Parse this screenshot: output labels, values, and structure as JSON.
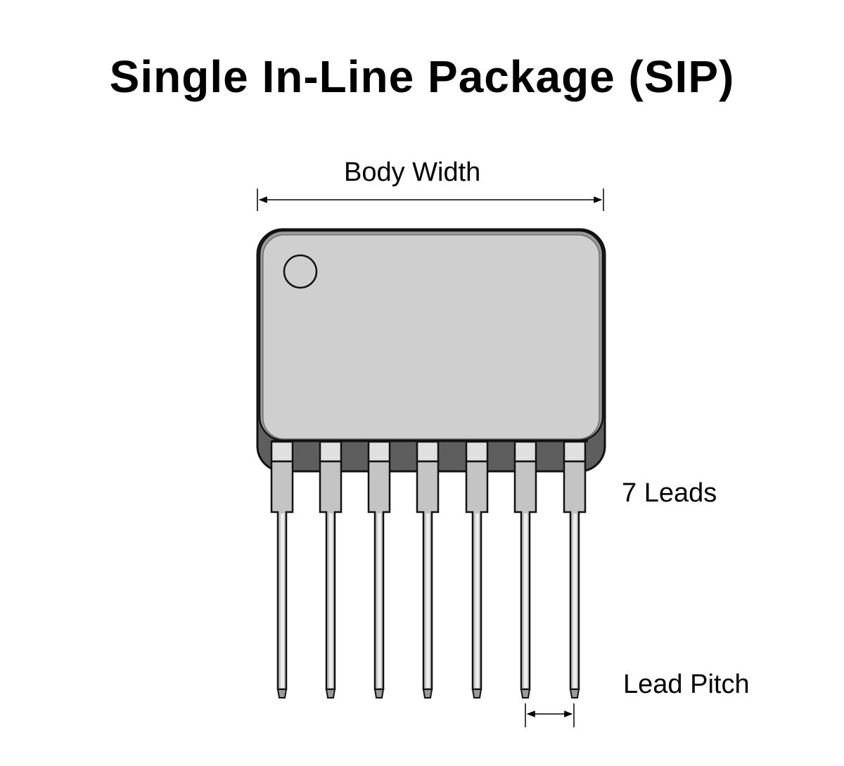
{
  "title": "Single In-Line Package (SIP)",
  "labels": {
    "body_width": "Body Width",
    "leads": "7 Leads",
    "lead_pitch": "Lead Pitch"
  },
  "package": {
    "type": "SIP",
    "lead_count": 7,
    "pin1_marker": "circle",
    "colors": {
      "body_top": "#cfcfcf",
      "body_side": "#5e5e5e",
      "outline": "#111111",
      "lead_light": "#e0e0e0",
      "lead_mid": "#c4c4c4"
    }
  }
}
